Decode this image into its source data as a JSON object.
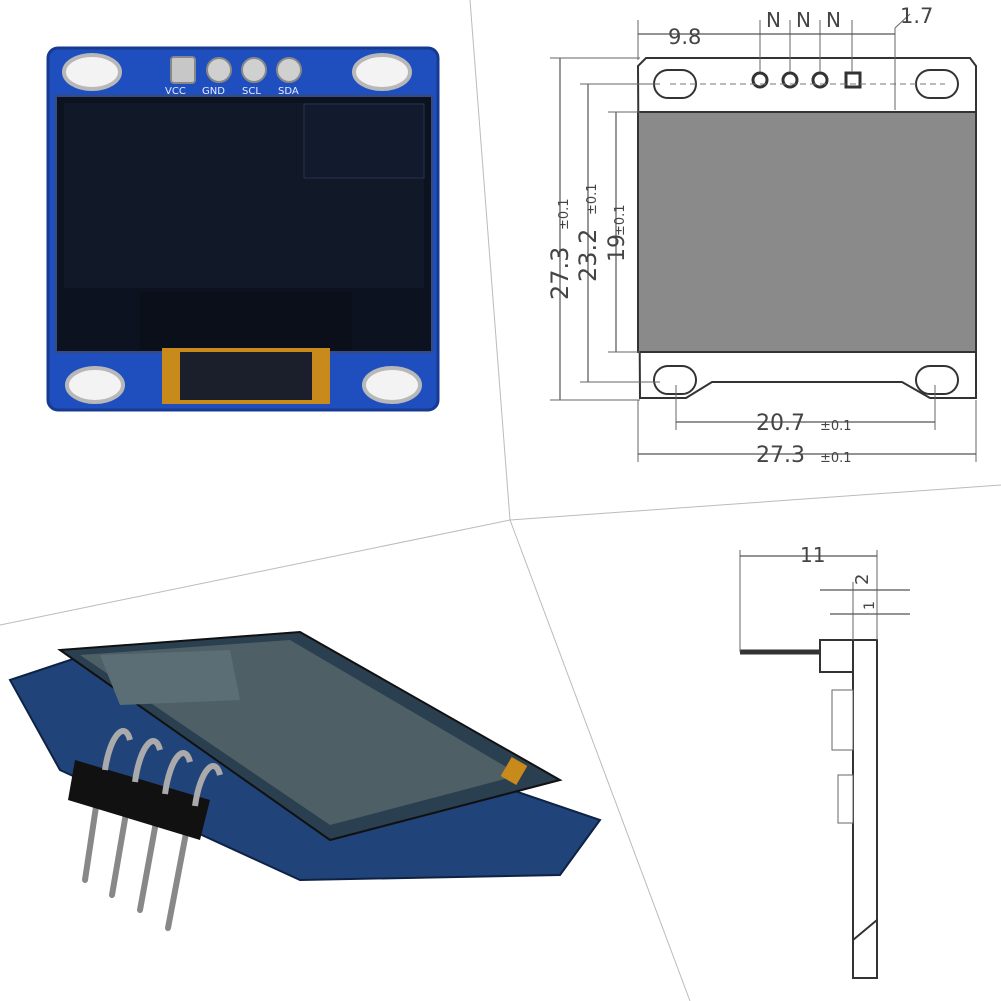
{
  "module_photo_top": {
    "pin_labels": [
      "VCC",
      "GND",
      "SCL",
      "SDA"
    ]
  },
  "front_drawing": {
    "dim_left_offset": "9.8",
    "pin_pitch_labels": [
      "N",
      "N",
      "N"
    ],
    "dim_right_margin": "1.7",
    "height_overall": "27.3",
    "height_overall_tol": "±0.1",
    "height_holes": "23.2",
    "height_holes_tol": "±0.1",
    "height_display": "19",
    "height_display_tol": "±0.1",
    "width_holes": "20.7",
    "width_holes_tol": "±0.1",
    "width_overall": "27.3",
    "width_overall_tol": "±0.1"
  },
  "side_drawing": {
    "pin_length": "11",
    "dim_a": "2",
    "dim_b": "1"
  },
  "colors": {
    "pcb_blue": "#1f4fbf",
    "display_black": "#0d1220",
    "drawing_gray": "#8a8a8a",
    "flex_orange": "#c98a1c"
  }
}
